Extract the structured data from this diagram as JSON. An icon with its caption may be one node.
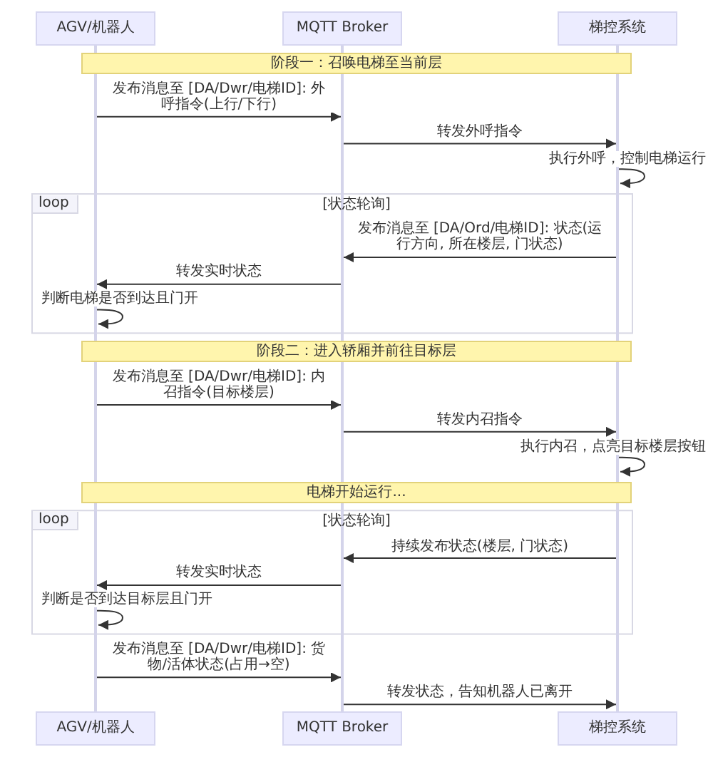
{
  "diagram": {
    "nodes": [
      {
        "text": [
          "AGV/机器人"
        ]
      },
      {
        "text": [
          "MQTT Broker"
        ]
      },
      {
        "text": [
          "梯控系统"
        ]
      },
      {
        "text": [
          "AGV/机器人"
        ]
      },
      {
        "text": [
          "MQTT Broker"
        ]
      },
      {
        "text": [
          "梯控系统"
        ]
      },
      {
        "text": [
          "阶段一：召唤电梯至当前层"
        ]
      },
      {
        "text": [
          "loop"
        ]
      },
      {
        "text": [
          "阶段二：进入轿厢并前往目标层"
        ]
      },
      {
        "text": [
          "电梯开始运行..."
        ]
      },
      {
        "text": [
          "loop"
        ]
      },
      {
        "text": [],
        "shape": "line"
      },
      {
        "text": [],
        "shape": "line"
      },
      {
        "text": [],
        "shape": "line"
      }
    ],
    "edges": [
      {
        "from": 11,
        "to": 12,
        "arrow": "to",
        "label": "发布消息至 [DA/Dwr/电梯ID]: 外呼指令(上行/下行)"
      },
      {
        "from": 12,
        "to": 13,
        "arrow": "to",
        "label": "转发外呼指令"
      },
      {
        "from": 13,
        "to": 13,
        "arrow": "to",
        "label": "执行外呼，控制电梯运行"
      },
      {
        "from": 13,
        "to": 12,
        "arrow": "to",
        "label": "发布消息至 [DA/Ord/电梯ID]: 状态(运行方向, 所在楼层, 门状态)"
      },
      {
        "from": 12,
        "to": 11,
        "arrow": "to",
        "label": "转发实时状态"
      },
      {
        "from": 11,
        "to": 11,
        "arrow": "to",
        "label": "判断电梯是否到达且门开"
      },
      {
        "from": 11,
        "to": 12,
        "arrow": "to",
        "label": "发布消息至 [DA/Dwr/电梯ID]: 内召指令(目标楼层)"
      },
      {
        "from": 12,
        "to": 13,
        "arrow": "to",
        "label": "转发内召指令"
      },
      {
        "from": 13,
        "to": 13,
        "arrow": "to",
        "label": "执行内召，点亮目标楼层按钮"
      },
      {
        "from": 13,
        "to": 12,
        "arrow": "to",
        "label": "持续发布状态(楼层, 门状态)"
      },
      {
        "from": 12,
        "to": 11,
        "arrow": "to",
        "label": "转发实时状态"
      },
      {
        "from": 11,
        "to": 11,
        "arrow": "to",
        "label": "判断是否到达目标层且门开"
      },
      {
        "from": 11,
        "to": 12,
        "arrow": "to",
        "label": "发布消息至 [DA/Dwr/电梯ID]: 货物/活体状态(占用→空)"
      },
      {
        "from": 12,
        "to": 13,
        "arrow": "to",
        "label": "转发状态，告知机器人已离开"
      }
    ],
    "labels": [
      "[状态轮询]",
      "[状态轮询]"
    ]
  }
}
